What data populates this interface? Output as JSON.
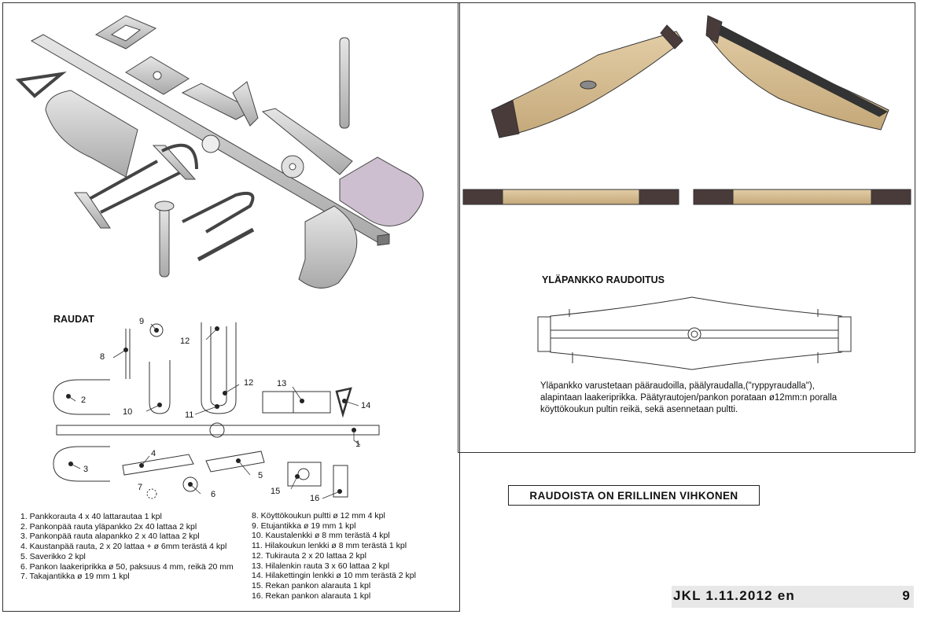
{
  "left": {
    "heading": "RAUDAT",
    "callouts": [
      "1",
      "2",
      "3",
      "4",
      "5",
      "6",
      "7",
      "8",
      "9",
      "10",
      "11",
      "12",
      "12",
      "13",
      "14",
      "15",
      "16"
    ],
    "parts_left": [
      "1.  Pankkorauta  4 x 40 lattarautaa  1 kpl",
      "2.  Pankonpää rauta yläpankko  2x 40  lattaa   2 kpl",
      "3.  Pankonpää rauta alapankko 2 x 40 lattaa  2 kpl",
      "4.  Kaustanpää rauta, 2 x 20 lattaa + ø 6mm terästä  4 kpl",
      "5.  Saverikko  2 kpl",
      "6.  Pankon laakeriprikka ø 50, paksuus 4 mm, reikä 20 mm",
      "7.  Takajantikka ø 19 mm  1 kpl"
    ],
    "parts_right": [
      "8.  Köyttökoukun pultti ø 12 mm  4 kpl",
      "9.  Etujantikka ø 19 mm   1 kpl",
      "10. Kaustalenkki ø 8 mm terästä  4 kpl",
      "11. Hilakoukun lenkki ø 8 mm terästä  1 kpl",
      "12. Tukirauta 2 x 20 lattaa  2 kpl",
      "13. Hilalenkin rauta  3 x 60 lattaa  2 kpl",
      "14. Hilakettingin lenkki ø 10 mm terästä  2 kpl",
      "15. Rekan pankon alarauta  1 kpl",
      "16. Rekan pankon alarauta 1 kpl"
    ]
  },
  "right": {
    "heading": "YLÄPANKKO RAUDOITUS",
    "description": [
      "Yläpankko varustetaan pääraudoilla, päälyraudalla,(\"ryppyraudalla\"),",
      "alapintaan laakeriprikka. Päätyrautojen/pankon  porataan ø12mm:n poralla",
      "köyttökoukun pultin reikä, sekä asennetaan pultti."
    ]
  },
  "note": "RAUDOISTA ON ERILLINEN VIHKONEN",
  "footer": {
    "left": "JKL  1.11.2012  en",
    "page": "9"
  },
  "colors": {
    "wood": "#d9c29a",
    "wood_dark": "#a8895a",
    "metal": "#cfcfcf",
    "metal_dark": "#8e8e8e",
    "dark_part": "#4a3b3b"
  }
}
